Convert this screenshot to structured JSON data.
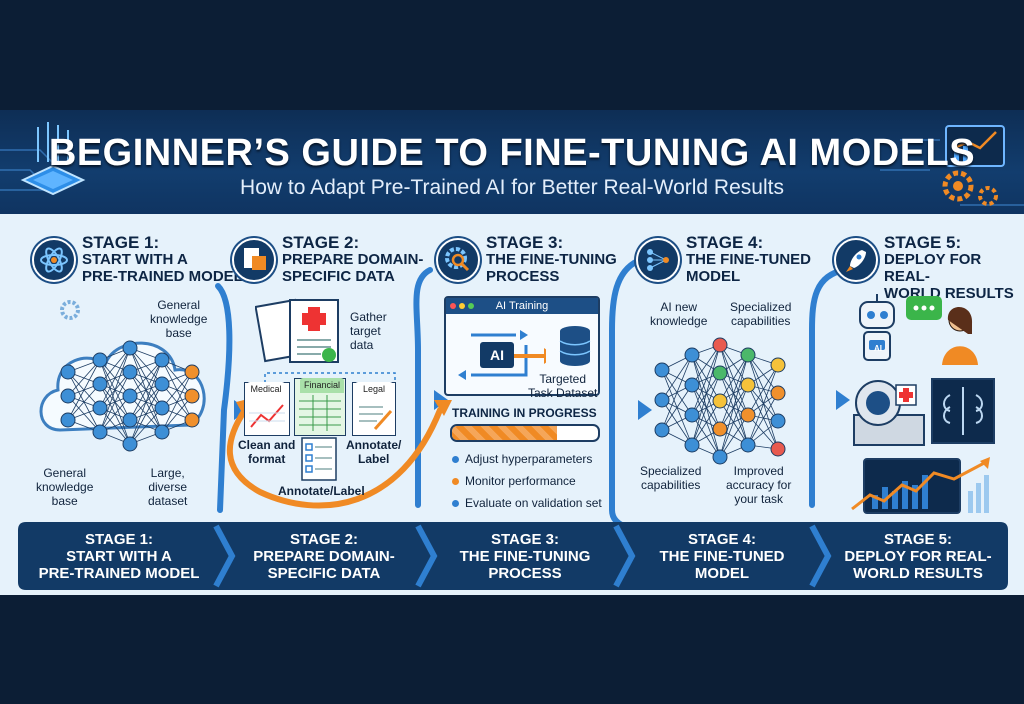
{
  "header": {
    "title": "BEGINNER’S GUIDE TO FINE-TUNING AI MODELS",
    "subtitle": "How to Adapt Pre-Trained AI for Better Real-World Results"
  },
  "stages": [
    {
      "number": "STAGE 1:",
      "line1": "START WITH A",
      "line2": "PRE-TRAINED MODEL"
    },
    {
      "number": "STAGE 2:",
      "line1": "PREPARE DOMAIN-",
      "line2": "SPECIFIC DATA"
    },
    {
      "number": "STAGE 3:",
      "line1": "THE FINE-TUNING",
      "line2": "PROCESS"
    },
    {
      "number": "STAGE 4:",
      "line1": "THE FINE-TUNED",
      "line2": "MODEL"
    },
    {
      "number": "STAGE 5:",
      "line1": "DEPLOY FOR REAL-",
      "line2": "WORLD RESULTS"
    }
  ],
  "stage1": {
    "label_top": [
      "General",
      "knowledge",
      "base"
    ],
    "label_left": [
      "General",
      "knowledge",
      "base"
    ],
    "label_right": [
      "Large,",
      "diverse",
      "dataset"
    ]
  },
  "stage2": {
    "gather": [
      "Gather",
      "target",
      "data"
    ],
    "tabs": [
      "Medical",
      "Financial",
      "Legal"
    ],
    "clean": [
      "Clean and",
      "format"
    ],
    "annotate_right": [
      "Annotate/",
      "Label"
    ],
    "annotate_bottom": "Annotate/Label"
  },
  "stage3": {
    "window_title": "AI Training",
    "chip": "AI",
    "dataset": [
      "Targeted",
      "Task Dataset"
    ],
    "progress_label": "TRAINING IN PROGRESS",
    "progress": 0.72,
    "steps": [
      "Adjust hyperparameters",
      "Monitor performance",
      "Evaluate on validation set"
    ]
  },
  "stage4": {
    "top_left": [
      "AI new",
      "knowledge"
    ],
    "top_right": [
      "Specialized",
      "capabilities"
    ],
    "bottom_left": [
      "Specialized",
      "capabilities"
    ],
    "bottom_right": [
      "Improved",
      "accuracy for",
      "your task"
    ]
  },
  "stage5": {
    "robot_badge": "AI"
  },
  "colors": {
    "navy": "#123a66",
    "accent_orange": "#f08a24",
    "flow_blue": "#2f7fd0",
    "node_blue": "#3d8fd6",
    "node_orange": "#f0902c"
  }
}
